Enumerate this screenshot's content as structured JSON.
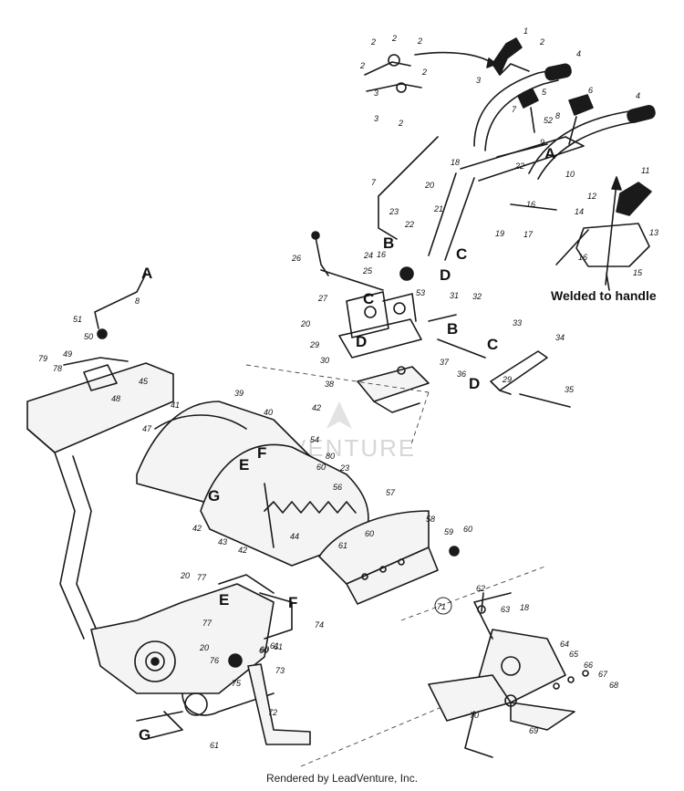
{
  "footer": "Rendered by LeadVenture, Inc.",
  "watermark": "VENTURE",
  "note": "Welded to handle",
  "callouts": [
    "1",
    "2",
    "2",
    "2",
    "2",
    "2",
    "2",
    "2",
    "3",
    "3",
    "3",
    "4",
    "4",
    "5",
    "6",
    "7",
    "7",
    "8",
    "8",
    "9",
    "10",
    "11",
    "12",
    "13",
    "14",
    "15",
    "16",
    "16",
    "16",
    "17",
    "18",
    "19",
    "20",
    "21",
    "22",
    "22",
    "23",
    "24",
    "25",
    "26",
    "27",
    "29",
    "30",
    "31",
    "32",
    "33",
    "34",
    "35",
    "36",
    "37",
    "38",
    "39",
    "40",
    "41",
    "42",
    "42",
    "42",
    "43",
    "44",
    "45",
    "47",
    "48",
    "49",
    "50",
    "51",
    "52",
    "53",
    "54",
    "56",
    "57",
    "58",
    "59",
    "60",
    "60",
    "60",
    "60",
    "61",
    "61",
    "61",
    "62",
    "63",
    "18",
    "64",
    "65",
    "66",
    "67",
    "68",
    "69",
    "70",
    "71",
    "72",
    "73",
    "74",
    "75",
    "76",
    "77",
    "77",
    "78",
    "79",
    "80",
    "20",
    "20",
    "20",
    "29",
    "23",
    "60",
    "61"
  ],
  "letters": [
    "A",
    "A",
    "B",
    "B",
    "C",
    "C",
    "C",
    "D",
    "D",
    "D",
    "E",
    "E",
    "F",
    "F",
    "G",
    "G"
  ],
  "icon": "leadventure-watermark-icon"
}
